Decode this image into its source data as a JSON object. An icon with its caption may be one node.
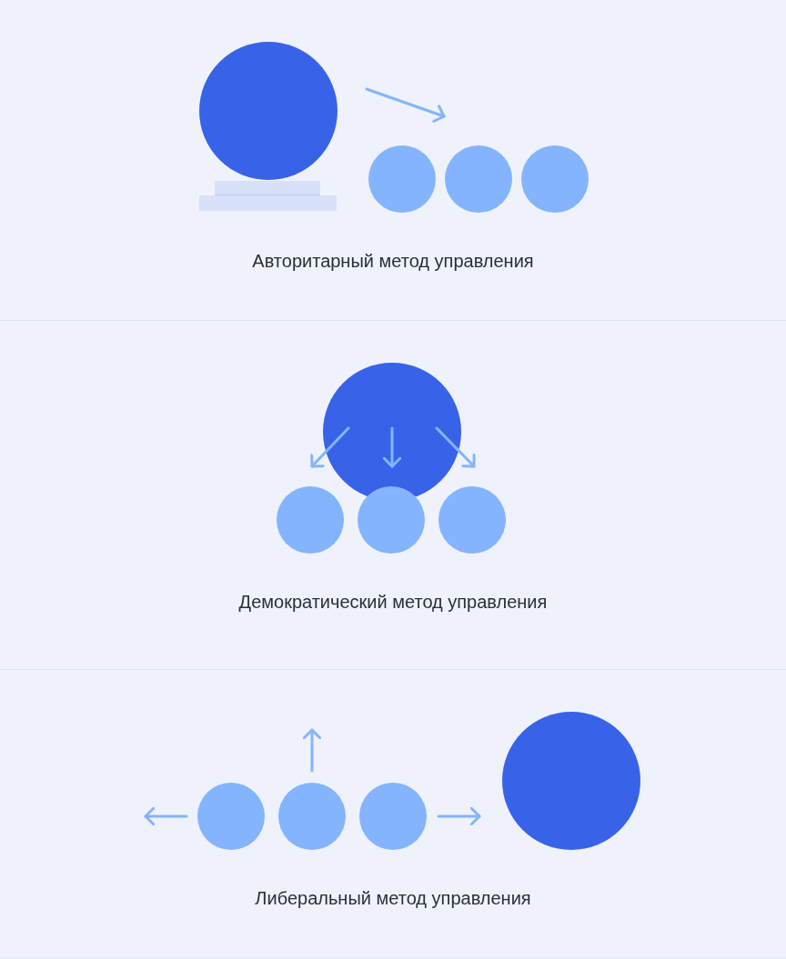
{
  "diagram": {
    "nodes": [
      {
        "text": [
          "Авторитарный метод управления"
        ]
      },
      {
        "text": [],
        "shape": "circle",
        "in": 0
      },
      {
        "text": [],
        "shape": "circle",
        "in": 0
      },
      {
        "text": [],
        "shape": "circle",
        "in": 0
      },
      {
        "text": [],
        "shape": "circle",
        "in": 0
      },
      {
        "text": [
          "Демократический метод управления"
        ]
      },
      {
        "text": [],
        "shape": "circle",
        "in": 5
      },
      {
        "text": [],
        "shape": "circle",
        "in": 5
      },
      {
        "text": [],
        "shape": "circle",
        "in": 5
      },
      {
        "text": [],
        "shape": "circle",
        "in": 5
      },
      {
        "text": [
          "Либеральный метод управления"
        ]
      },
      {
        "text": [],
        "shape": "circle",
        "in": 10
      },
      {
        "text": [],
        "shape": "circle",
        "in": 10
      },
      {
        "text": [],
        "shape": "circle",
        "in": 10
      },
      {
        "text": [],
        "shape": "circle",
        "in": 10
      }
    ],
    "edges": [
      {
        "from": 1,
        "to": 3,
        "arrow": "to"
      },
      {
        "from": 6,
        "to": 7,
        "arrow": "to"
      },
      {
        "from": 6,
        "to": 8,
        "arrow": "to"
      },
      {
        "from": 6,
        "to": 9,
        "arrow": "to"
      },
      {
        "from": 11,
        "to": null,
        "arrow": "to"
      },
      {
        "from": 12,
        "to": null,
        "arrow": "to"
      },
      {
        "from": 13,
        "to": 14,
        "arrow": "to"
      }
    ]
  }
}
